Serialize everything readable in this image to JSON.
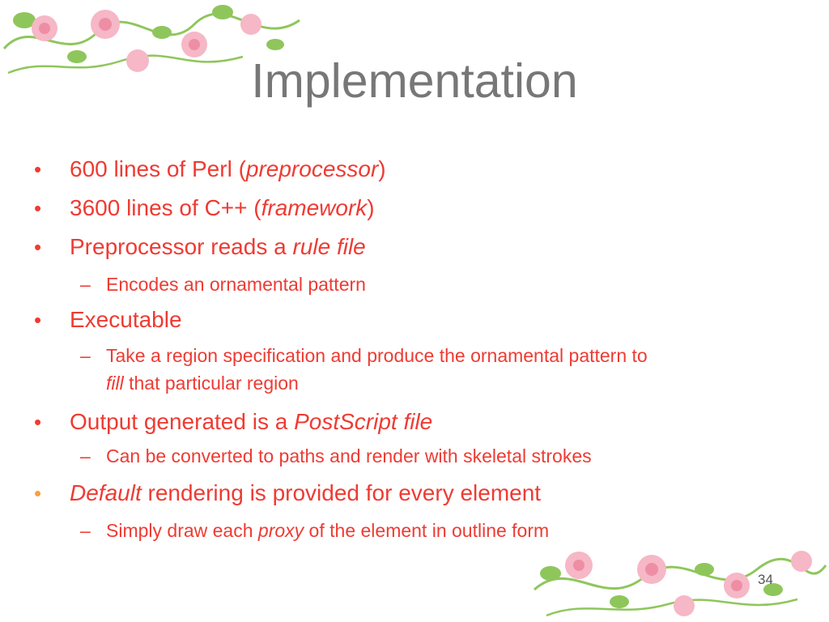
{
  "slide": {
    "title": "Implementation",
    "page_number": "34",
    "bullets": [
      {
        "level": 1,
        "marker": "•",
        "parts": [
          {
            "text": "600 lines of Perl ("
          },
          {
            "text": "preprocessor",
            "italic": true
          },
          {
            "text": ")"
          }
        ]
      },
      {
        "level": 1,
        "marker": "•",
        "parts": [
          {
            "text": "3600 lines of C++ ("
          },
          {
            "text": "framework",
            "italic": true
          },
          {
            "text": ")"
          }
        ]
      },
      {
        "level": 1,
        "marker": "•",
        "parts": [
          {
            "text": "Preprocessor reads a "
          },
          {
            "text": "rule file",
            "italic": true
          }
        ]
      },
      {
        "level": 2,
        "marker": "–",
        "parts": [
          {
            "text": "Encodes an ornamental pattern"
          }
        ]
      },
      {
        "level": 1,
        "marker": "•",
        "parts": [
          {
            "text": "Executable"
          }
        ]
      },
      {
        "level": 2,
        "marker": "–",
        "parts": [
          {
            "text": "Take a region specification and produce the ornamental pattern to"
          }
        ]
      },
      {
        "level": 2,
        "marker": "",
        "parts": [
          {
            "text": "fill",
            "italic": true
          },
          {
            "text": " that particular region"
          }
        ]
      },
      {
        "level": 1,
        "marker": "•",
        "parts": [
          {
            "text": "Output generated is a "
          },
          {
            "text": "PostScript file",
            "italic": true
          }
        ]
      },
      {
        "level": 2,
        "marker": "–",
        "parts": [
          {
            "text": "Can be converted to paths and render with skeletal strokes"
          }
        ]
      },
      {
        "level": 1,
        "marker": "•",
        "orange_bullet": true,
        "parts": [
          {
            "text": "Default",
            "italic": true
          },
          {
            "text": " rendering is provided for every element"
          }
        ]
      },
      {
        "level": 2,
        "marker": "–",
        "parts": [
          {
            "text": "Simply draw each "
          },
          {
            "text": "proxy",
            "italic": true
          },
          {
            "text": " of the element in outline form"
          }
        ]
      }
    ]
  },
  "decoration": {
    "top": "flower-vine-decoration",
    "bottom": "flower-vine-decoration"
  },
  "colors": {
    "text": "#ee3b33",
    "title": "#777777",
    "accent_bullet": "#f7a23b",
    "flower": "#f6b7c6",
    "leaf": "#8fc65b"
  }
}
